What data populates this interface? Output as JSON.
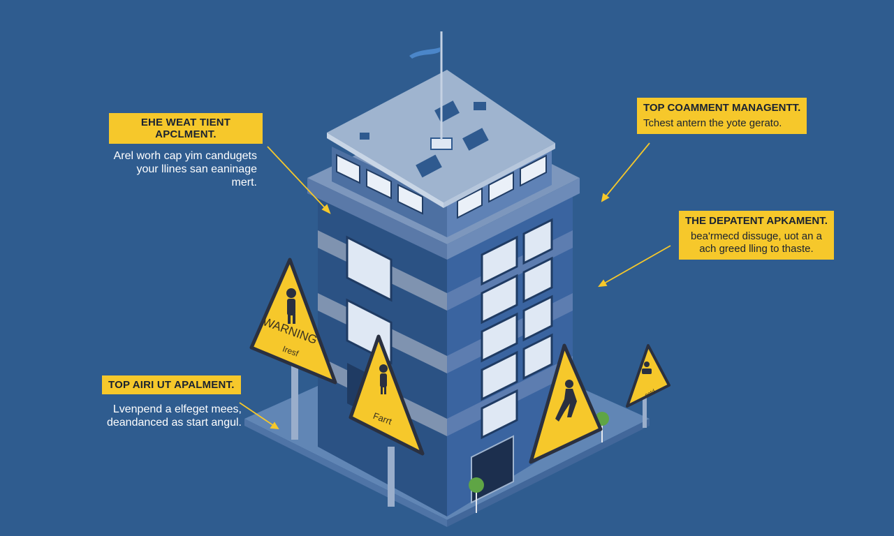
{
  "palette": {
    "background": "#2f5c8f",
    "accent_yellow": "#f6c82b",
    "building_dark": "#2a4f80",
    "building_mid": "#4a6fa3",
    "roof": "#9fb4cf",
    "tree_green": "#5fa545"
  },
  "callouts": {
    "top_left": {
      "title": "EHE WEAT TIENT APCLMENT.",
      "line1": "Arel worh cap yim candugets",
      "line2": "your llines san eaninage mert."
    },
    "bottom_left": {
      "title": "TOP AIRI UT APALMENT.",
      "line1": "Lvenpend a elfeget mees,",
      "line2": "deandanced as start angul."
    },
    "top_right": {
      "title": "TOP COAMMENT MANAGENTT.",
      "line1": "Tchest antern the yote gerato."
    },
    "mid_right": {
      "title": "THE DEPATENT APKAMENT.",
      "line1": "bea'rmecd dissuge, uot an a",
      "line2": "ach greed lling to thaste."
    }
  },
  "signs": {
    "warning_word": "WARNING",
    "warning_sub": "Iresf",
    "front_sign": "Farrt",
    "small_sign": "eetd"
  },
  "icons": [
    "warning-sign-icon",
    "pedestrian-icon",
    "flag-icon"
  ]
}
